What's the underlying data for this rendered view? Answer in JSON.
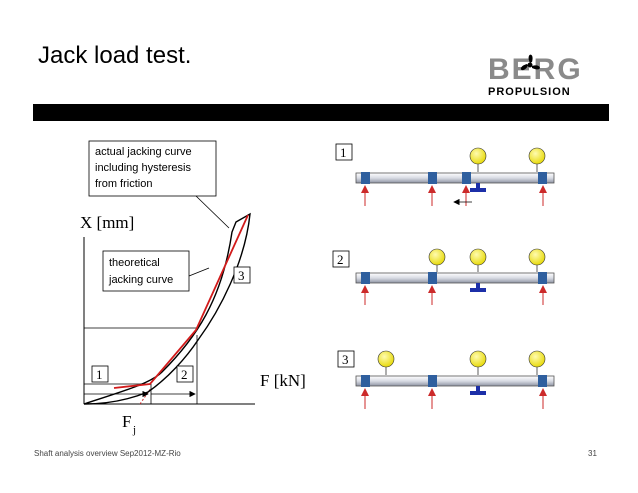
{
  "slide": {
    "title": "Jack load test.",
    "footer_left": "Shaft analysis overview Sep2012-MZ-Rio",
    "footer_right": "31"
  },
  "logo": {
    "brand": "BERG",
    "sub": "PROPULSION"
  },
  "graph": {
    "y_label": "X [mm]",
    "x_label": "F [kN]",
    "fj_main": "F",
    "fj_sub": "j",
    "callout_actual": [
      "actual jacking curve",
      "including hysteresis",
      "from friction"
    ],
    "callout_theoretical": [
      "theoretical",
      "jacking curve"
    ],
    "region_labels": [
      "1",
      "2",
      "3"
    ]
  },
  "shafts": [
    {
      "label": "1"
    },
    {
      "label": "2"
    },
    {
      "label": "3"
    }
  ],
  "colors": {
    "curve_red": "#d21b1b",
    "support_blue": "#2f5f9e",
    "jack_blue": "#1c2fa8",
    "bearing_yellow": "#f4ea18"
  }
}
